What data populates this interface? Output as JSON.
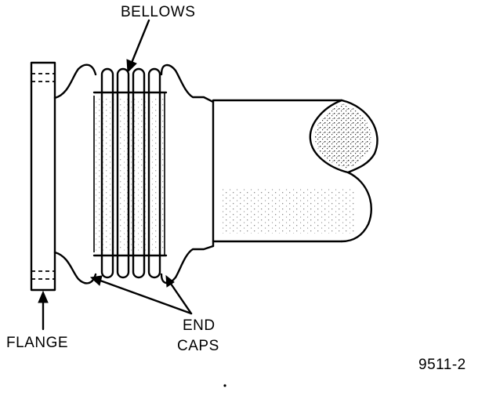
{
  "figure": {
    "labels": {
      "bellows": "BELLOWS",
      "flange": "FLANGE",
      "end_caps_line1": "END",
      "end_caps_line2": "CAPS",
      "figure_number": "9511-2"
    }
  }
}
